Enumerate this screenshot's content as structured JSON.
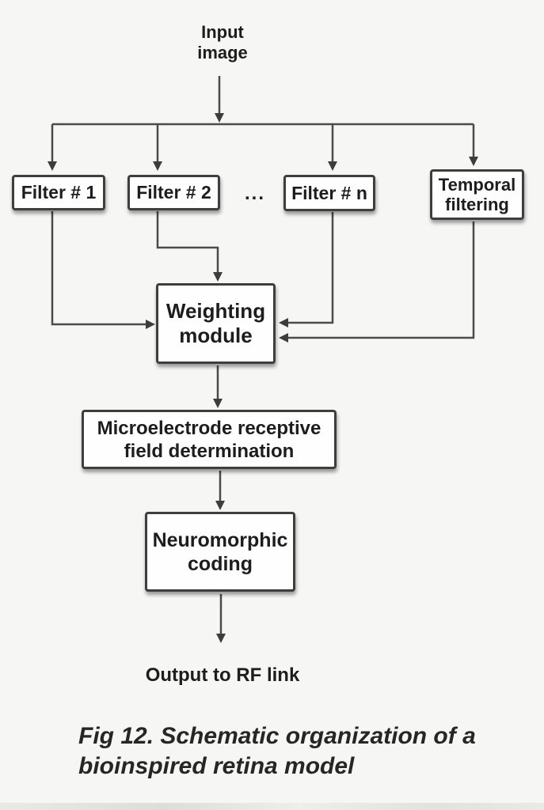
{
  "colors": {
    "background": "#f6f6f4",
    "box_fill": "#fefefe",
    "box_border": "#3e3e3e",
    "line": "#4b4b4b",
    "text": "#1d1d1d",
    "caption_text": "#262626"
  },
  "diagram": {
    "input": {
      "line1": "Input",
      "line2": "image"
    },
    "filters": {
      "filter1": "Filter # 1",
      "filter2": "Filter # 2",
      "ellipsis": "...",
      "filtern": "Filter # n"
    },
    "temporal": {
      "line1": "Temporal",
      "line2": "filtering"
    },
    "weighting": {
      "line1": "Weighting",
      "line2": "module"
    },
    "microelectrode": {
      "line1": "Microelectrode receptive",
      "line2": "field determination"
    },
    "neuromorphic": {
      "line1": "Neuromorphic",
      "line2": "coding"
    },
    "output_label": "Output to RF link"
  },
  "caption": {
    "line1": "Fig 12. Schematic organization of a",
    "line2": "bioinspired retina model"
  }
}
